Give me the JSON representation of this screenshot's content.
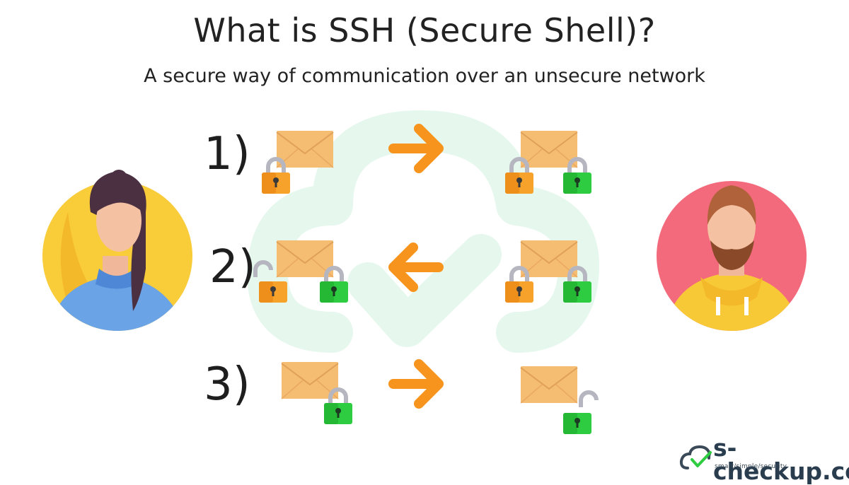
{
  "header": {
    "title": "What is SSH (Secure Shell)?",
    "subtitle": "A secure way of communication over an unsecure network"
  },
  "steps": [
    {
      "label": "1)",
      "direction": "right",
      "sender_locks": [
        "orange-locked"
      ],
      "receiver_locks": [
        "orange-locked",
        "green-locked"
      ]
    },
    {
      "label": "2)",
      "direction": "left",
      "sender_locks": [
        "orange-unlocked",
        "green-locked"
      ],
      "receiver_locks": [
        "orange-locked",
        "green-locked"
      ]
    },
    {
      "label": "3)",
      "direction": "right",
      "sender_locks": [
        "green-locked"
      ],
      "receiver_locks": [
        "green-unlocked"
      ]
    }
  ],
  "colors": {
    "envelope": "#f5bd72",
    "arrow": "#f7941d",
    "orange_lock": "#f7a32b",
    "green_lock": "#2ecc40",
    "shackle": "#b6b6c0",
    "cloud_watermark": "#e6f8ee",
    "avatar_left_bg": "#f9cc3a",
    "avatar_right_bg": "#f36a7c"
  },
  "icons": [
    "envelope-icon",
    "padlock-icon",
    "arrow-icon",
    "cloud-check-icon",
    "avatar-icon"
  ],
  "brand": {
    "name": "s-checkup.com",
    "tagline": "smart/simple/security"
  }
}
